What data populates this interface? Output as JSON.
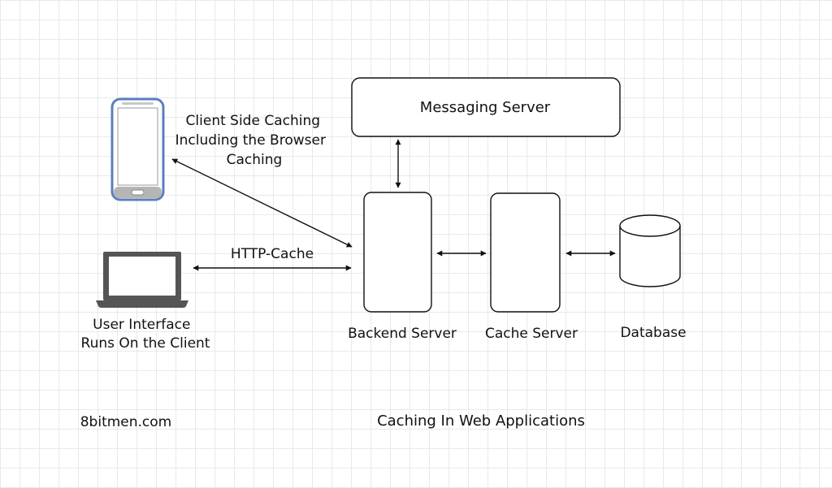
{
  "nodes": {
    "messaging_server": {
      "label": "Messaging Server"
    },
    "backend_server": {
      "label": "Backend Server"
    },
    "cache_server": {
      "label": "Cache Server"
    },
    "database": {
      "label": "Database"
    },
    "mobile_client": {
      "label_lines": [
        "Client Side Caching",
        "Including the Browser",
        "Caching"
      ]
    },
    "laptop_client": {
      "label_lines": [
        "User Interface",
        "Runs On the Client"
      ]
    }
  },
  "edges": {
    "laptop_backend": {
      "label": "HTTP-Cache"
    }
  },
  "footer": {
    "brand": "8bitmen.com",
    "title": "Caching In Web Applications"
  },
  "colors": {
    "phone_outline": "#5b7ec2",
    "device_dark": "#555555",
    "stroke": "#111111"
  }
}
